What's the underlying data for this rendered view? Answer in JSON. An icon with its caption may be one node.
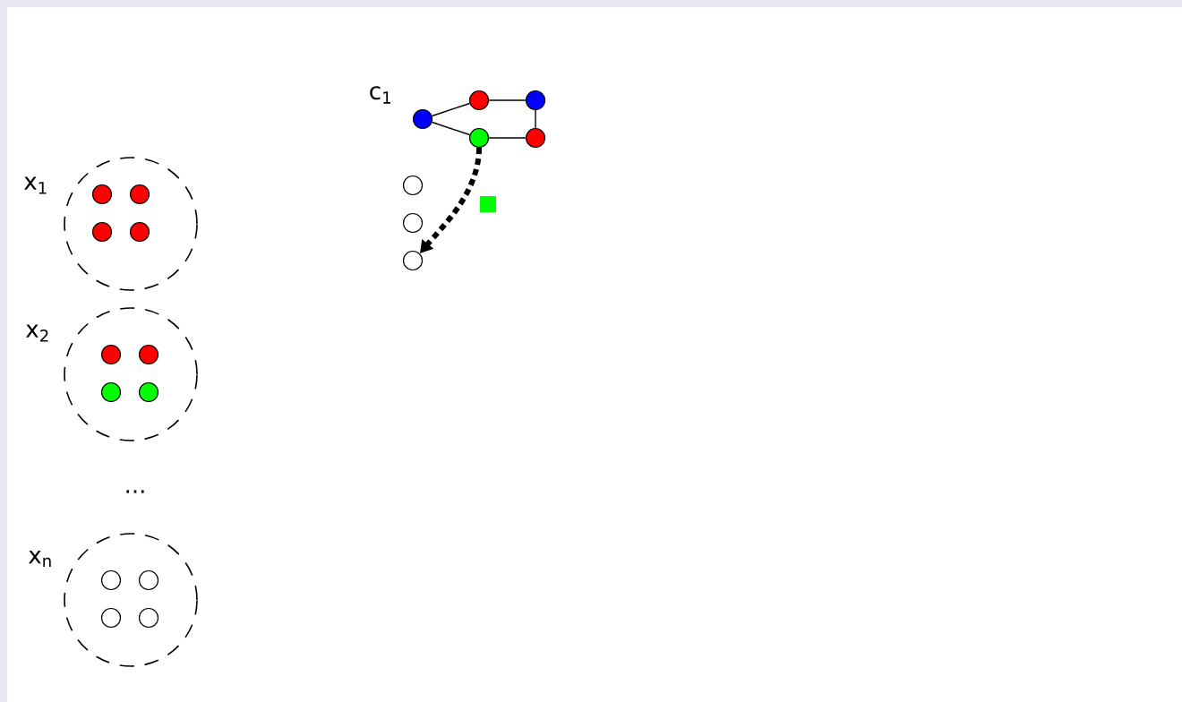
{
  "diagram": {
    "nodes": [
      {
        "text": [],
        "shape": "circle"
      },
      {
        "text": [],
        "shape": "circle"
      },
      {
        "text": [],
        "shape": "circle"
      },
      {
        "text": [],
        "shape": "circle"
      },
      {
        "text": [],
        "shape": "circle"
      },
      {
        "text": [],
        "shape": "circle"
      },
      {
        "text": [],
        "shape": "circle"
      },
      {
        "text": [],
        "shape": "circle"
      },
      {
        "text": [],
        "shape": "box"
      },
      {
        "text": [
          "x$_{1}$"
        ]
      },
      {
        "text": [],
        "shape": "circle",
        "in": 9
      },
      {
        "text": [],
        "shape": "circle",
        "in": 9
      },
      {
        "text": [],
        "shape": "circle",
        "in": 9
      },
      {
        "text": [],
        "shape": "circle",
        "in": 9
      },
      {
        "text": [
          "x$_{2}$"
        ]
      },
      {
        "text": [],
        "shape": "circle",
        "in": 14
      },
      {
        "text": [],
        "shape": "circle",
        "in": 14
      },
      {
        "text": [],
        "shape": "circle",
        "in": 14
      },
      {
        "text": [],
        "shape": "circle",
        "in": 14
      },
      {
        "text": [
          "x$_{n}$"
        ]
      },
      {
        "text": [],
        "shape": "circle",
        "in": 19
      },
      {
        "text": [],
        "shape": "circle",
        "in": 19
      },
      {
        "text": [],
        "shape": "circle",
        "in": 19
      },
      {
        "text": [],
        "shape": "circle",
        "in": 19
      }
    ],
    "edges": [
      {
        "from": 0,
        "to": 1,
        "arrow": "none"
      },
      {
        "from": 0,
        "to": 3,
        "arrow": "none"
      },
      {
        "from": 1,
        "to": 2,
        "arrow": "none"
      },
      {
        "from": 2,
        "to": 4,
        "arrow": "none"
      },
      {
        "from": 3,
        "to": 4,
        "arrow": "none"
      },
      {
        "from": 3,
        "to": 7,
        "arrow": "to",
        "style": "dashed"
      }
    ],
    "labels": [
      "c$_{1}$",
      "..."
    ]
  }
}
